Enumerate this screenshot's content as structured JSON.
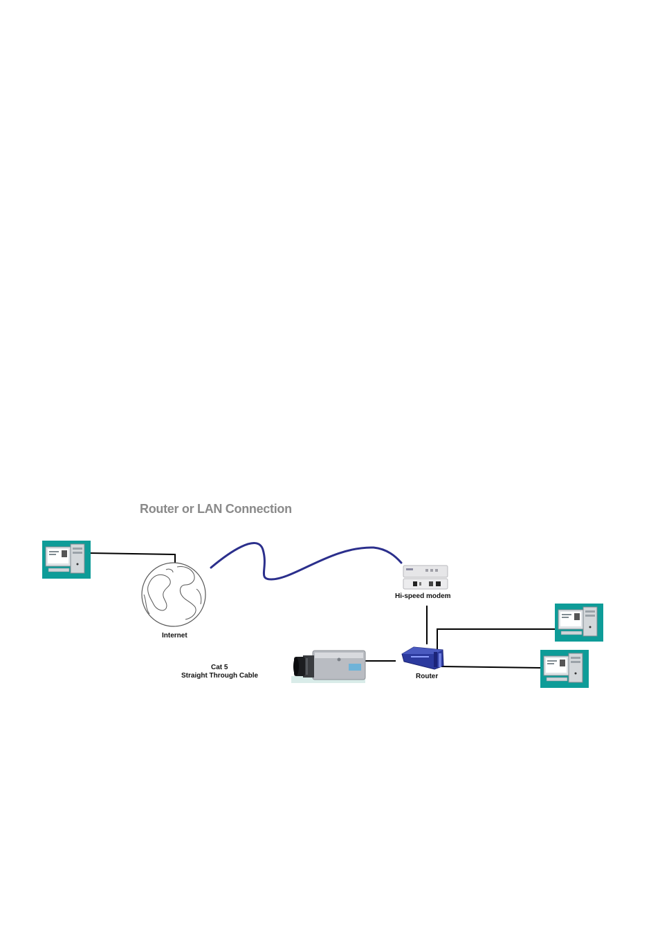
{
  "title": "Router or LAN Connection",
  "labels": {
    "internet": "Internet",
    "modem": "Hi-speed modem",
    "router": "Router",
    "cable_line1": "Cat 5",
    "cable_line2": "Straight Through Cable"
  },
  "colors": {
    "title": "#8a8a8a",
    "wan_cable": "#2b2f8c",
    "lan_cable": "#000000",
    "pc_background": "#0e9c98",
    "router_body": "#2c3a9e",
    "modem_body": "#e6e6e8"
  },
  "icons": {
    "pc": "desktop-computer-icon",
    "globe": "globe-icon",
    "modem": "modem-icon",
    "router": "router-icon",
    "camera": "ip-camera-icon"
  }
}
